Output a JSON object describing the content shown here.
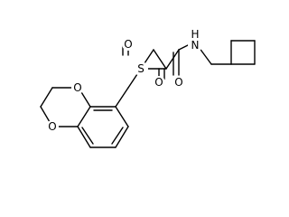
{
  "atoms": {
    "sulfur": "S",
    "sulfonyl_oxygen_top": "O",
    "sulfonyl_oxygen_bottom": "O",
    "carbonyl_oxygen": "O",
    "amide_nitrogen": "N",
    "amide_hydrogen": "H",
    "ring_oxygen_upper": "O",
    "ring_oxygen_lower": "O"
  }
}
